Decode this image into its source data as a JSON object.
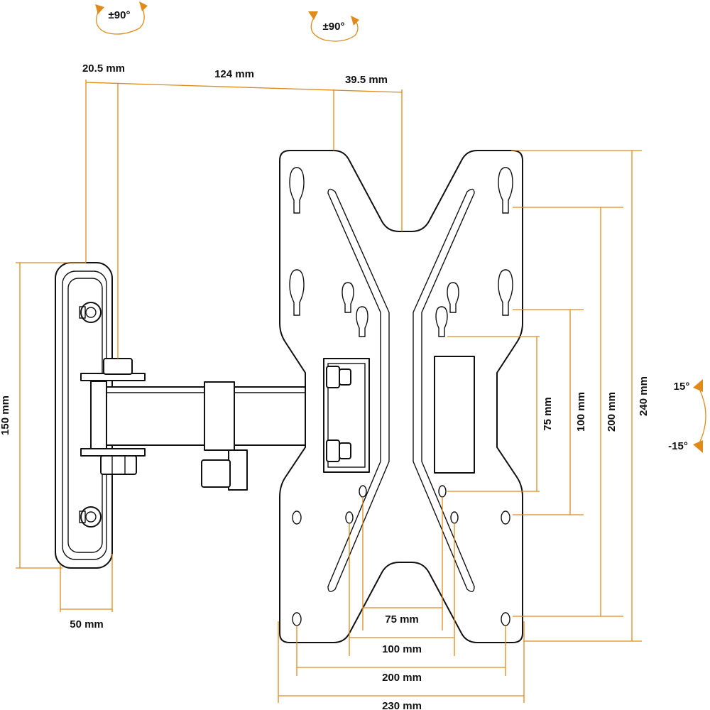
{
  "colors": {
    "dimension": "#e08a1a",
    "outline": "#111111",
    "background": "#ffffff"
  },
  "rotation": {
    "swivel_left": "±90°",
    "swivel_right": "±90°",
    "tilt_up": "15°",
    "tilt_down": "-15°"
  },
  "arm_dims": {
    "wall_offset": "20.5 mm",
    "arm_length": "124 mm",
    "plate_offset": "39.5 mm"
  },
  "wall_plate": {
    "height": "150 mm",
    "width": "50 mm"
  },
  "vesa_horizontal": [
    "75 mm",
    "100 mm",
    "200 mm",
    "230 mm"
  ],
  "vesa_vertical": [
    "75 mm",
    "100 mm",
    "200 mm",
    "240 mm"
  ]
}
